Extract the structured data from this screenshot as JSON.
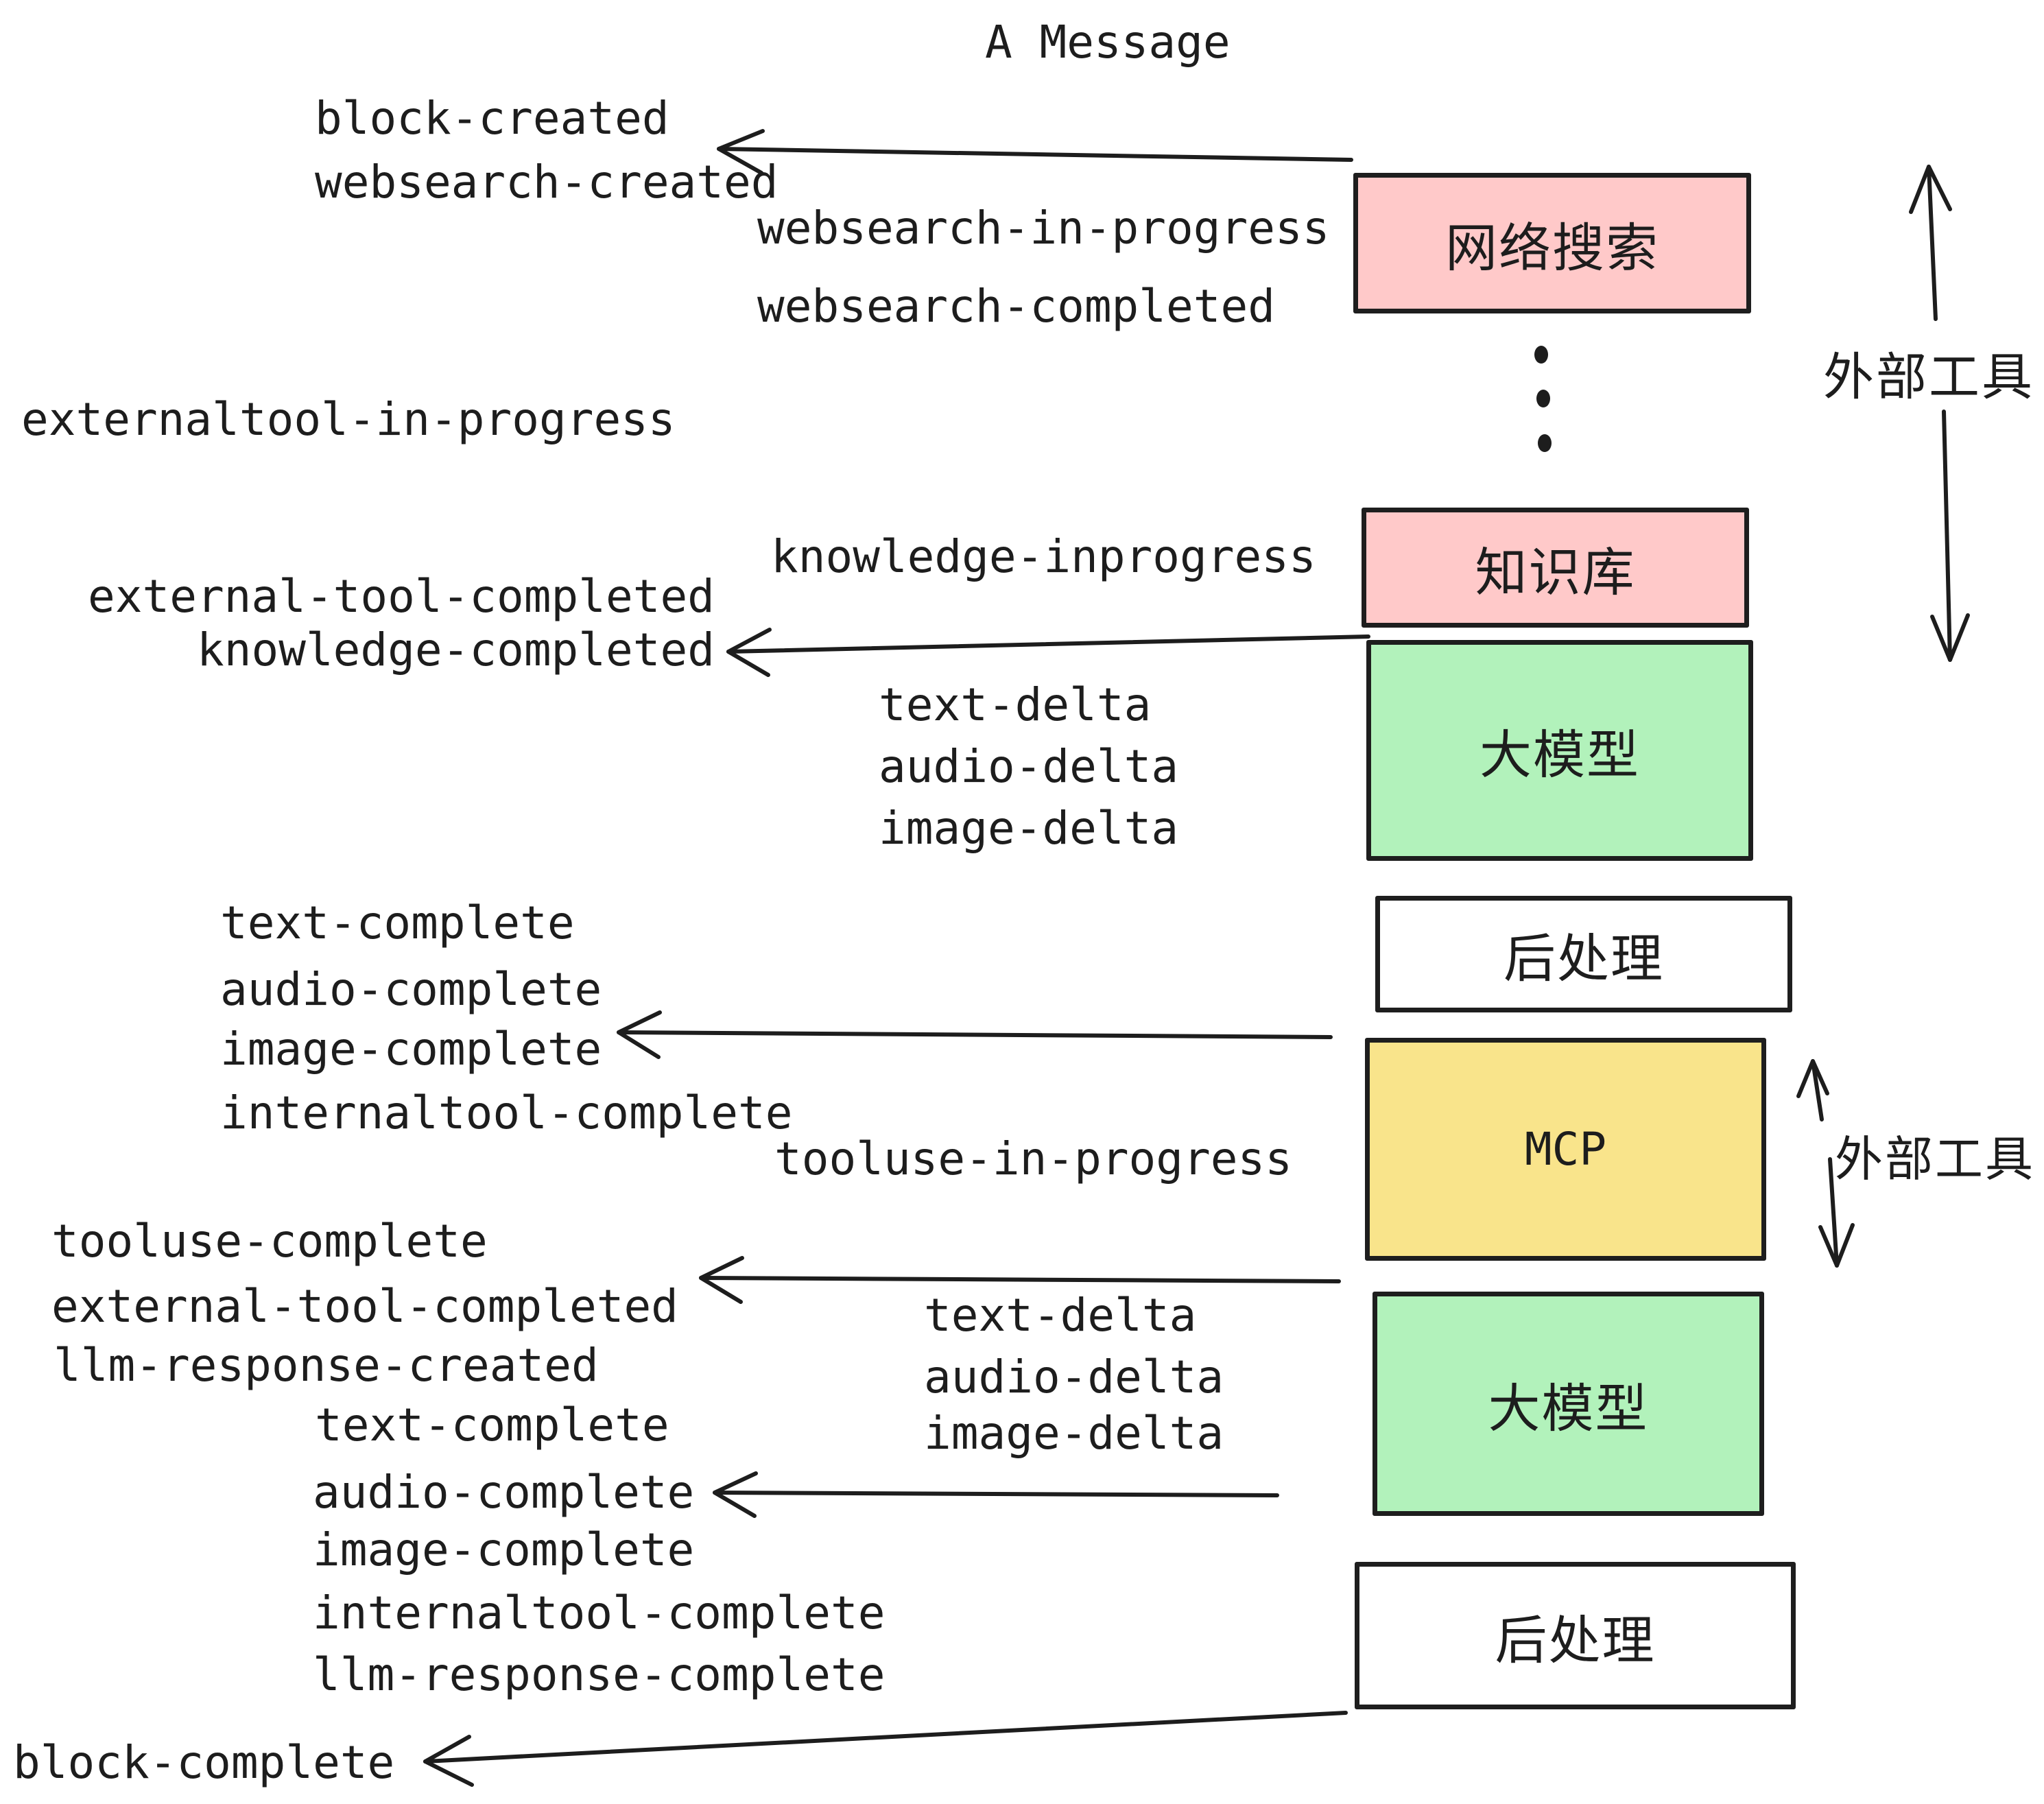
{
  "title": "A Message",
  "colors": {
    "ink": "#1d1d1d",
    "box_border": "#1e1e1e",
    "pink": "#FFC9C9",
    "green": "#B2F2BB",
    "yellow": "#F9E48B",
    "white": "#FFFFFF"
  },
  "boxes": [
    {
      "id": "websearch",
      "label": "网络搜索",
      "fill": "#FFC9C9"
    },
    {
      "id": "knowledge",
      "label": "知识库",
      "fill": "#FFC9C9"
    },
    {
      "id": "llm-1",
      "label": "大模型",
      "fill": "#B2F2BB"
    },
    {
      "id": "postprocess-1",
      "label": "后处理",
      "fill": "#FFFFFF"
    },
    {
      "id": "mcp",
      "label": "MCP",
      "fill": "#F9E48B"
    },
    {
      "id": "llm-2",
      "label": "大模型",
      "fill": "#B2F2BB"
    },
    {
      "id": "postprocess-2",
      "label": "后处理",
      "fill": "#FFFFFF"
    }
  ],
  "side_labels": [
    {
      "label": "外部工具"
    },
    {
      "label": "外部工具"
    }
  ],
  "events": [
    {
      "label": "block-created"
    },
    {
      "label": "websearch-created"
    },
    {
      "label": "websearch-in-progress"
    },
    {
      "label": "websearch-completed"
    },
    {
      "label": "externaltool-in-progress"
    },
    {
      "label": "knowledge-inprogress"
    },
    {
      "label": "external-tool-completed"
    },
    {
      "label": "knowledge-completed"
    },
    {
      "label": "text-delta"
    },
    {
      "label": "audio-delta"
    },
    {
      "label": "image-delta"
    },
    {
      "label": "text-complete"
    },
    {
      "label": "audio-complete"
    },
    {
      "label": "image-complete"
    },
    {
      "label": "internaltool-complete"
    },
    {
      "label": "tooluse-in-progress"
    },
    {
      "label": "tooluse-complete"
    },
    {
      "label": "external-tool-completed"
    },
    {
      "label": "llm-response-created"
    },
    {
      "label": "text-delta"
    },
    {
      "label": "audio-delta"
    },
    {
      "label": "image-delta"
    },
    {
      "label": "text-complete"
    },
    {
      "label": "audio-complete"
    },
    {
      "label": "image-complete"
    },
    {
      "label": "internaltool-complete"
    },
    {
      "label": "llm-response-complete"
    },
    {
      "label": "block-complete"
    }
  ]
}
